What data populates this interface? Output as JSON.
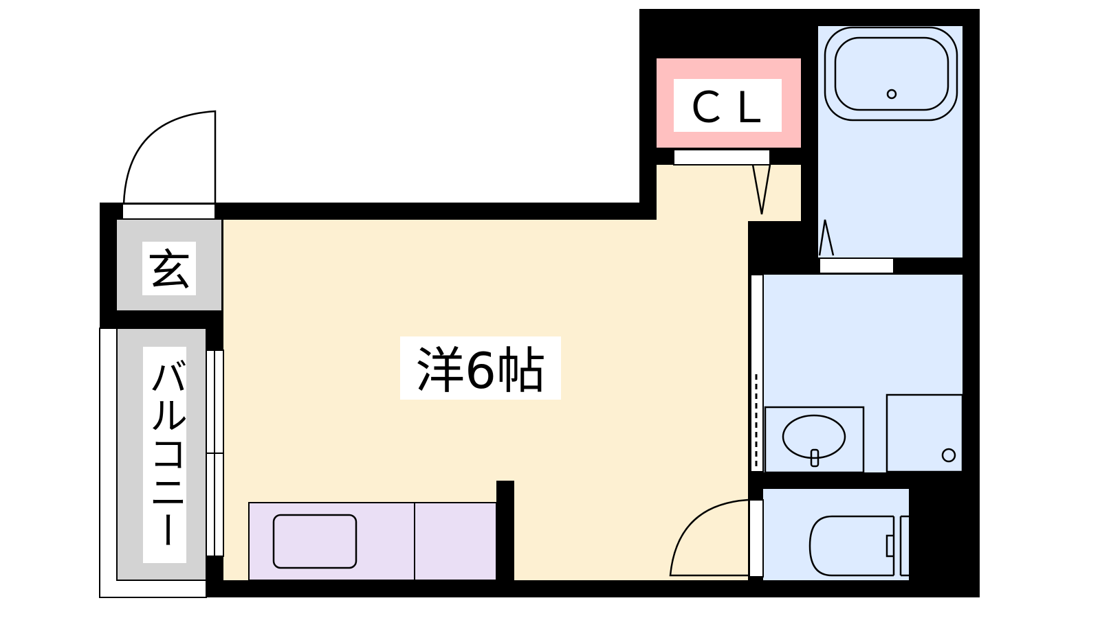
{
  "rooms": {
    "entrance": {
      "label": "玄"
    },
    "balcony": {
      "label": "バルコニー"
    },
    "western_room": {
      "label": "洋6帖"
    },
    "closet": {
      "label": "ＣＬ"
    }
  },
  "colors": {
    "wall": "#000000",
    "room": "#FDF0D2",
    "closet": "#FFC0C0",
    "wet_area": "#DDEBFF",
    "entrance": "#D3D3D3",
    "kitchen": "#EADFF5"
  }
}
